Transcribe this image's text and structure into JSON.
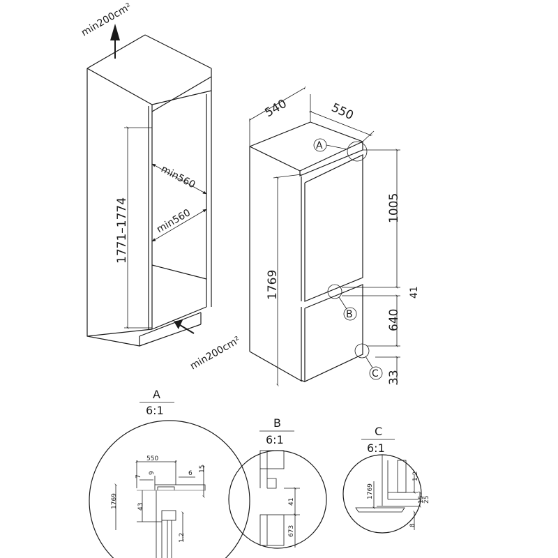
{
  "niche": {
    "vent_top": "min200cm²",
    "vent_bottom": "min200cm²",
    "height_range": "1771–1774",
    "depth_upper": "min560",
    "depth_lower": "min560"
  },
  "appliance": {
    "width": "540",
    "depth": "550",
    "total_height": "1769",
    "upper_height": "1005",
    "gap": "41",
    "lower_height": "640",
    "plinth": "33",
    "callouts": [
      "A",
      "B",
      "C"
    ]
  },
  "details": [
    {
      "id": "A",
      "scale": "6:1",
      "dims": [
        "550",
        "7",
        "9",
        "6",
        "15",
        "1769",
        "43",
        "1.2"
      ]
    },
    {
      "id": "B",
      "scale": "6:1",
      "dims": [
        "41",
        "673"
      ]
    },
    {
      "id": "C",
      "scale": "6:1",
      "dims": [
        "1769",
        "1.2",
        "15",
        "25",
        "8"
      ]
    }
  ]
}
